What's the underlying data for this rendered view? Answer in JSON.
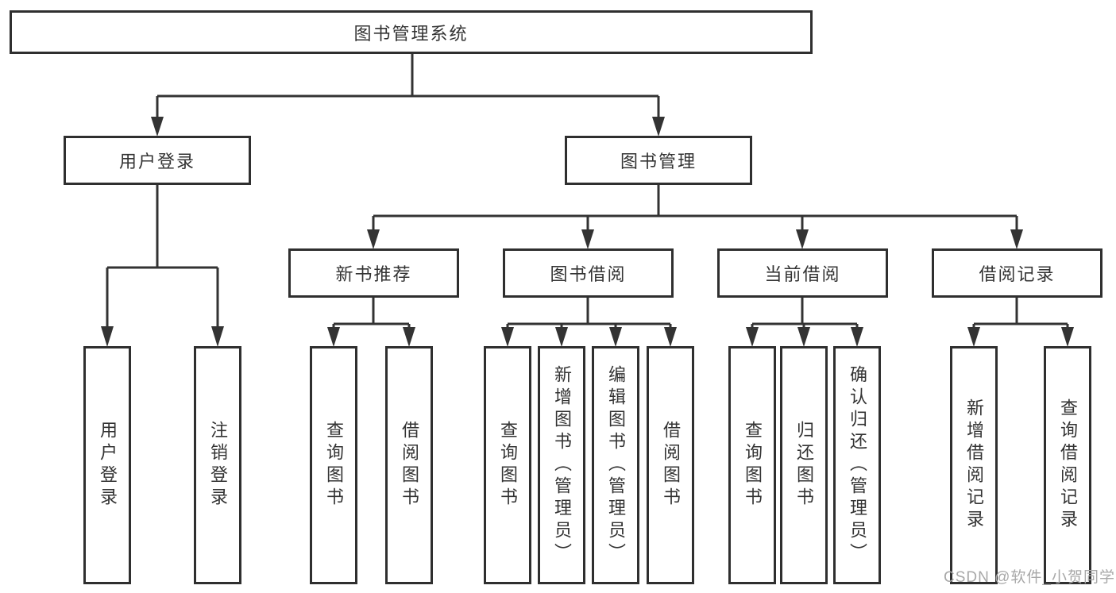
{
  "tree": {
    "root": {
      "label": "图书管理系统"
    },
    "branches": [
      {
        "label": "用户登录",
        "children": [
          {
            "label": "用户登录"
          },
          {
            "label": "注销登录"
          }
        ]
      },
      {
        "label": "图书管理",
        "children": [
          {
            "label": "新书推荐",
            "children": [
              {
                "label": "查询图书"
              },
              {
                "label": "借阅图书"
              }
            ]
          },
          {
            "label": "图书借阅",
            "children": [
              {
                "label": "查询图书"
              },
              {
                "label": "新增图书（管理员）"
              },
              {
                "label": "编辑图书（管理员）"
              },
              {
                "label": "借阅图书"
              }
            ]
          },
          {
            "label": "当前借阅",
            "children": [
              {
                "label": "查询图书"
              },
              {
                "label": "归还图书"
              },
              {
                "label": "确认归还（管理员）"
              }
            ]
          },
          {
            "label": "借阅记录",
            "children": [
              {
                "label": "新增借阅记录"
              },
              {
                "label": "查询借阅记录"
              }
            ]
          }
        ]
      }
    ]
  },
  "watermark": "CSDN @软件_小贺同学",
  "colors": {
    "line": "#333333",
    "border": "#2f2f2f",
    "text": "#333333",
    "watermark_text": "#a8a8a8",
    "background": "#ffffff"
  }
}
